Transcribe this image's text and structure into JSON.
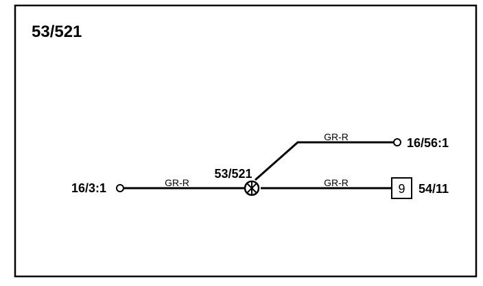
{
  "diagram": {
    "title": "53/521",
    "splice": {
      "label": "53/521"
    },
    "wires": [
      {
        "id": "wire-left",
        "label": "GR-R"
      },
      {
        "id": "wire-upper",
        "label": "GR-R"
      },
      {
        "id": "wire-lower",
        "label": "GR-R"
      }
    ],
    "terminals": {
      "left": {
        "label": "16/3:1"
      },
      "upper_right": {
        "label": "16/56:1"
      },
      "lower_right": {
        "label": "54/11",
        "pin": "9"
      }
    },
    "colors": {
      "line": "#000000",
      "background": "#ffffff"
    }
  }
}
